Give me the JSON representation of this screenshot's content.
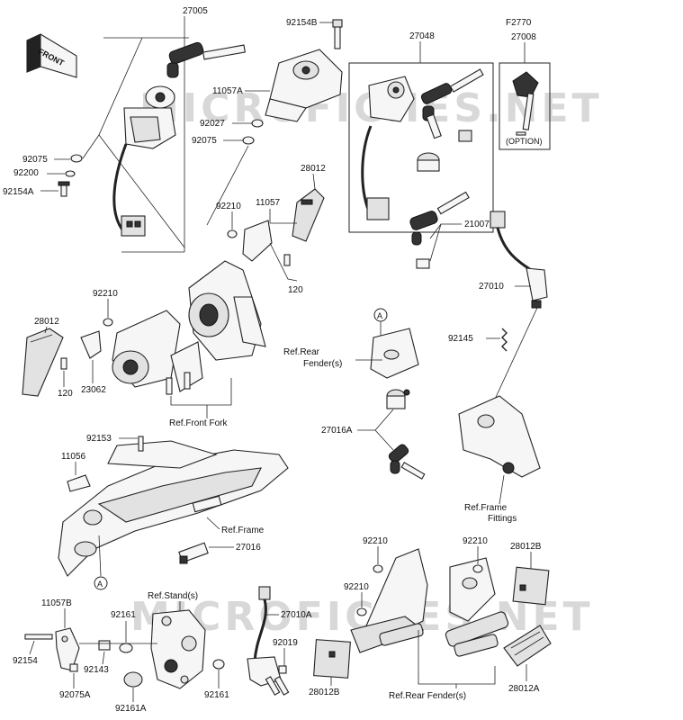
{
  "watermark": "MICROFICHES.NET",
  "front_label": "FRONT",
  "option_label": "(OPTION)",
  "part_numbers": {
    "p27005": "27005",
    "p92154B": "92154B",
    "p27048": "27048",
    "pF2770": "F2770",
    "p27008": "27008",
    "p11057A": "11057A",
    "p92027": "92027",
    "p92075a": "92075",
    "p92075b": "92075",
    "p92200": "92200",
    "p92154A": "92154A",
    "p28012a": "28012",
    "p92210a": "92210",
    "p11057": "11057",
    "p21007": "21007",
    "p120a": "120",
    "p27010": "27010",
    "p92210b": "92210",
    "p28012b": "28012",
    "p120b": "120",
    "p23062": "23062",
    "p92145": "92145",
    "p27016A": "27016A",
    "p92153": "92153",
    "p11056": "11056",
    "p27016": "27016",
    "p92210c": "92210",
    "p92210d": "92210",
    "p28012B_a": "28012B",
    "p92210e": "92210",
    "p11057B": "11057B",
    "p92161a": "92161",
    "p27010A": "27010A",
    "p92154": "92154",
    "p92143": "92143",
    "p92019": "92019",
    "p92075A": "92075A",
    "p92161b": "92161",
    "p92161A": "92161A",
    "p28012B_b": "28012B",
    "p28012A": "28012A"
  },
  "references": {
    "rear_fender_top": "Ref.Rear\nFender(s)",
    "rear_fender_top_l1": "Ref.Rear",
    "rear_fender_top_l2": "Fender(s)",
    "front_fork": "Ref.Front Fork",
    "frame": "Ref.Frame",
    "frame_fittings_l1": "Ref.Frame",
    "frame_fittings_l2": "Fittings",
    "stand": "Ref.Stand(s)",
    "rear_fender_bottom": "Ref.Rear Fender(s)"
  },
  "callouts": {
    "a_upper": "A",
    "a_lower": "A"
  }
}
